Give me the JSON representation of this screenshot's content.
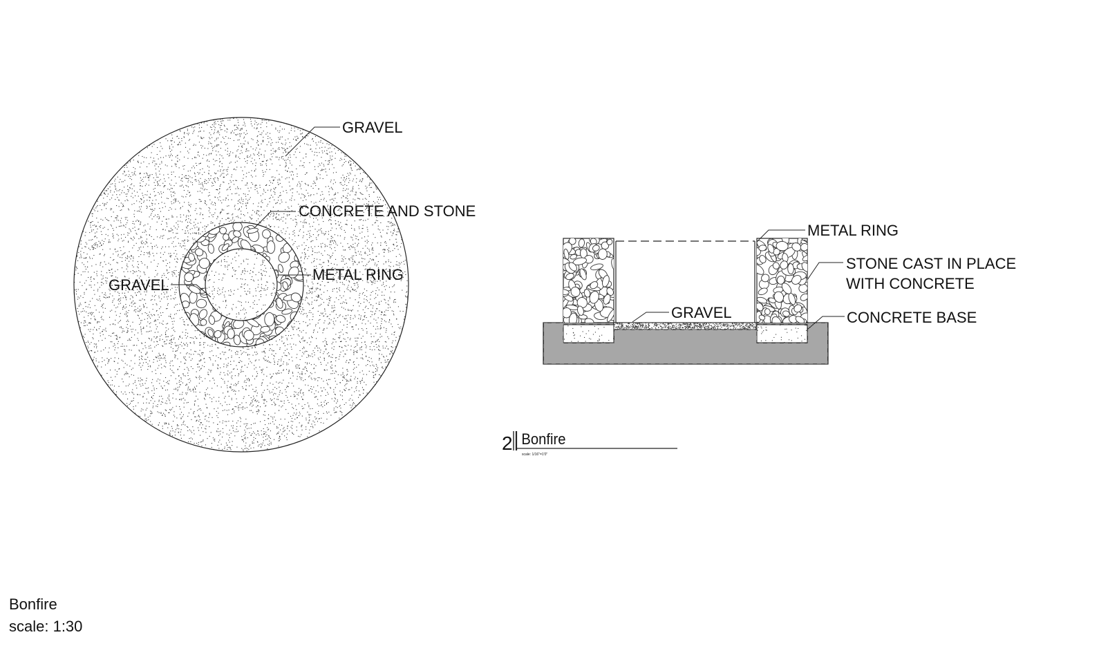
{
  "plan_view": {
    "label_gravel_outer": "GRAVEL",
    "label_concrete_stone": "CONCRETE AND STONE",
    "label_metal_ring": "METAL RING",
    "label_gravel_inner": "GRAVEL"
  },
  "section_view": {
    "label_metal_ring": "METAL RING",
    "label_stone_cast_line1": "STONE CAST IN PLACE",
    "label_stone_cast_line2": "WITH CONCRETE",
    "label_gravel": "GRAVEL",
    "label_concrete_base": "CONCRETE BASE",
    "detail_number": "2",
    "detail_title": "Bonfire",
    "detail_scale": "scale: 1/16\"=1'0\""
  },
  "sheet": {
    "title": "Bonfire",
    "scale": "scale: 1:30"
  },
  "colors": {
    "line": "#222222",
    "background": "#ffffff"
  }
}
